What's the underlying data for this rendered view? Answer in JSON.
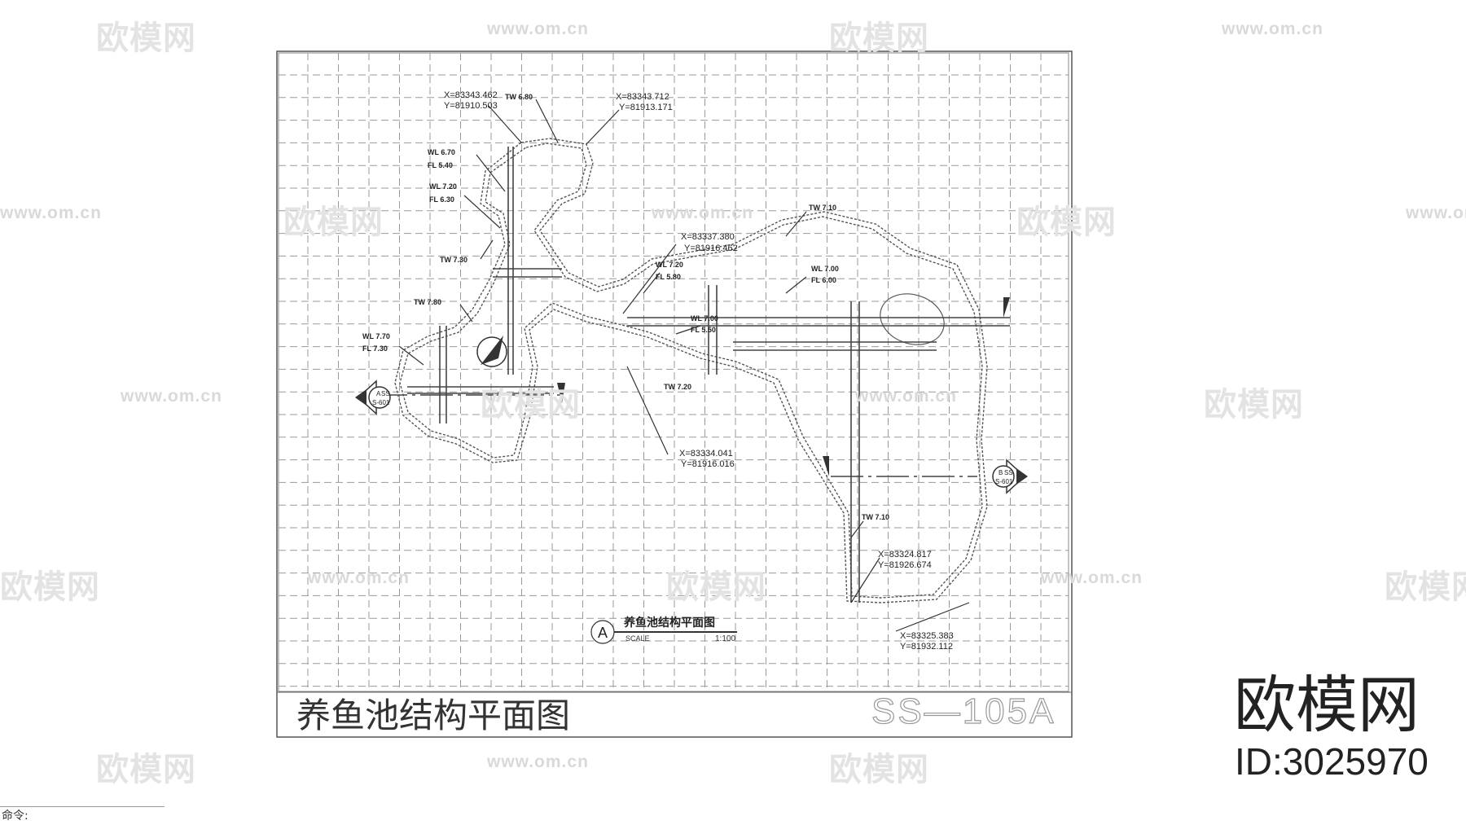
{
  "sheet": {
    "title_cn": "养鱼池结构平面图",
    "number": "SS—105A"
  },
  "drawing_label": {
    "marker": "A",
    "name": "养鱼池结构平面图",
    "scale_label": "SCALE",
    "scale_value": "1:100"
  },
  "coordinates": [
    {
      "x": "X=83343.462",
      "y": "Y=81910.503"
    },
    {
      "x": "X=83343.712",
      "y": "Y=81913.171"
    },
    {
      "x": "X=83337.380",
      "y": "Y=81916.462"
    },
    {
      "x": "X=83334.041",
      "y": "Y=81916.016"
    },
    {
      "x": "X=83324.817",
      "y": "Y=81926.674"
    },
    {
      "x": "X=83325.383",
      "y": "Y=81932.112"
    }
  ],
  "levels": [
    "TW 6.80",
    "WL 6.70",
    "FL 5.40",
    "WL 7.20",
    "FL 6.30",
    "TW 7.30",
    "TW 7.80",
    "WL 7.70",
    "FL 7.30",
    "WL 7.20",
    "FL 5.80",
    "WL 7.00",
    "FL 5.50",
    "TW 7.20",
    "TW 7.10",
    "WL 7.00",
    "FL 6.00",
    "TW 7.10"
  ],
  "section_markers": [
    {
      "num": "A",
      "ref": "SS",
      "sheet": "S-601"
    },
    {
      "num": "B",
      "ref": "SS",
      "sheet": "S-601"
    }
  ],
  "watermark": {
    "brand": "欧模网",
    "url": "www.om.cn"
  },
  "brand_mark": {
    "name": "欧模网",
    "id": "ID:3025970"
  },
  "command_line": "命令:"
}
